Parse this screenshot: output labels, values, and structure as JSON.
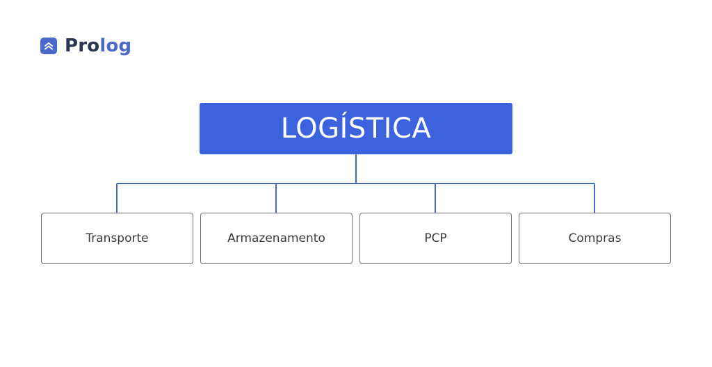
{
  "brand": {
    "logo_icon": "prolog-chevrons-icon",
    "name_part1": "Pro",
    "name_part2": "log",
    "colors": {
      "mark": "#4a69c9",
      "dark": "#2a3550",
      "accent": "#4a69c9"
    }
  },
  "diagram": {
    "type": "org-tree",
    "root": {
      "label": "LOGÍSTICA",
      "color": "#3d62de"
    },
    "connector_color": "#4a6bb5",
    "children": [
      {
        "label": "Transporte"
      },
      {
        "label": "Armazenamento"
      },
      {
        "label": "PCP"
      },
      {
        "label": "Compras"
      }
    ]
  }
}
